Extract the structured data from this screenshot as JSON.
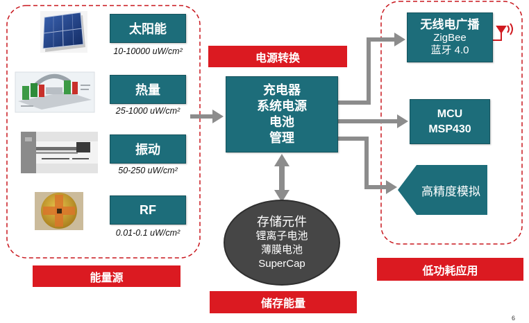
{
  "energy_sources": {
    "label": "能量源",
    "items": [
      {
        "name": "太阳能",
        "density": "10-10000 uW/cm²",
        "image_icon": "solar-panel-image"
      },
      {
        "name": "热量",
        "density": "25-1000 uW/cm²",
        "image_icon": "thermoelectric-image"
      },
      {
        "name": "振动",
        "density": "50-250 uW/cm²",
        "image_icon": "vibration-harvester-image"
      },
      {
        "name": "RF",
        "density": "0.01-0.1 uW/cm²",
        "image_icon": "rf-harvester-image"
      }
    ]
  },
  "power_conversion": {
    "label": "电源转换",
    "block_lines": [
      "充电器",
      "系统电源",
      "电池",
      "管理"
    ]
  },
  "energy_storage": {
    "label": "储存能量",
    "title": "存储元件",
    "items": [
      "锂离子电池",
      "薄膜电池",
      "SuperCap"
    ]
  },
  "low_power_apps": {
    "label": "低功耗应用",
    "wireless": [
      "无线电广播",
      "ZigBee",
      "蓝牙 4.0"
    ],
    "mcu": [
      "MCU",
      "MSP430"
    ],
    "analog": "高精度模拟",
    "antenna_icon": "antenna-icon"
  },
  "page_number": "6",
  "colors": {
    "block_fill": "#1d6d7a",
    "label_fill": "#db1a21",
    "region_border": "#c8161d",
    "storage_fill": "#464646",
    "connector": "#8c8c8c"
  }
}
